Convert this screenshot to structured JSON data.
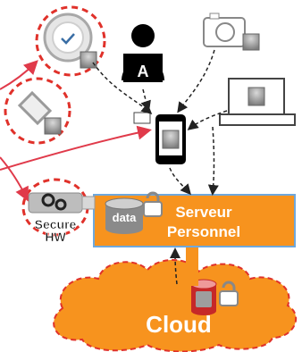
{
  "server": {
    "line1": "Serveur",
    "line2": "Personnel",
    "data_label": "data"
  },
  "cloud": {
    "label": "Cloud"
  },
  "secure_hw": {
    "line1": "Secure",
    "line2": "HW"
  },
  "user": {
    "badge_letter": "A"
  },
  "colors": {
    "accent_orange": "#f7931e",
    "server_border": "#6fa8dc",
    "dashed_red": "#e0312a",
    "arrow_red": "#e03a4a",
    "device_gray": "#9a9a9a"
  }
}
